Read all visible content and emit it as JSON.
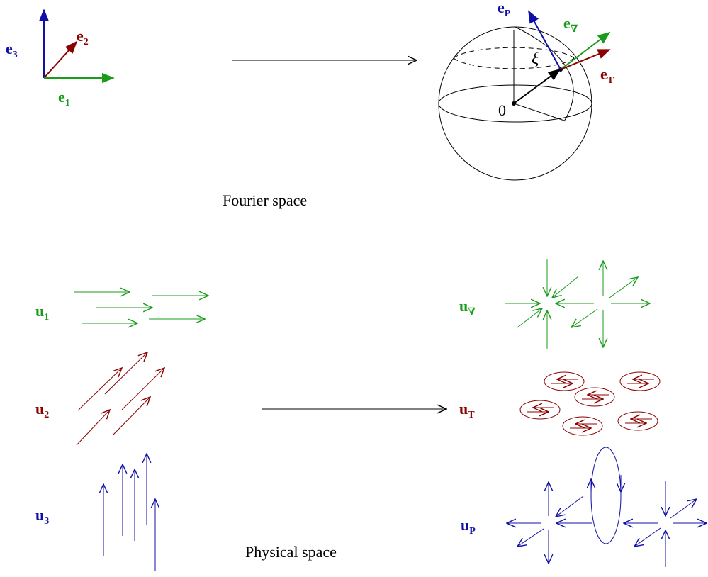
{
  "colors": {
    "green": "#1a9c1a",
    "red": "#8b0000",
    "blue": "#1010a8",
    "black": "#000000"
  },
  "fourier": {
    "caption": "Fourier space",
    "basis": {
      "e1": {
        "base": "e",
        "sub": "1"
      },
      "e2": {
        "base": "e",
        "sub": "2"
      },
      "e3": {
        "base": "e",
        "sub": "3"
      }
    },
    "sphere_labels": {
      "eP": {
        "base": "e",
        "sub": "P"
      },
      "eNabla": {
        "base": "e",
        "sub": "∇"
      },
      "eT": {
        "base": "e",
        "sub": "T"
      },
      "xi": "ξ",
      "origin": "0"
    }
  },
  "physical": {
    "caption": "Physical space",
    "u1": {
      "base": "u",
      "sub": "1"
    },
    "u2": {
      "base": "u",
      "sub": "2"
    },
    "u3": {
      "base": "u",
      "sub": "3"
    },
    "uNabla": {
      "base": "u",
      "sub": "∇"
    },
    "uT": {
      "base": "u",
      "sub": "T"
    },
    "uP": {
      "base": "u",
      "sub": "P"
    }
  }
}
